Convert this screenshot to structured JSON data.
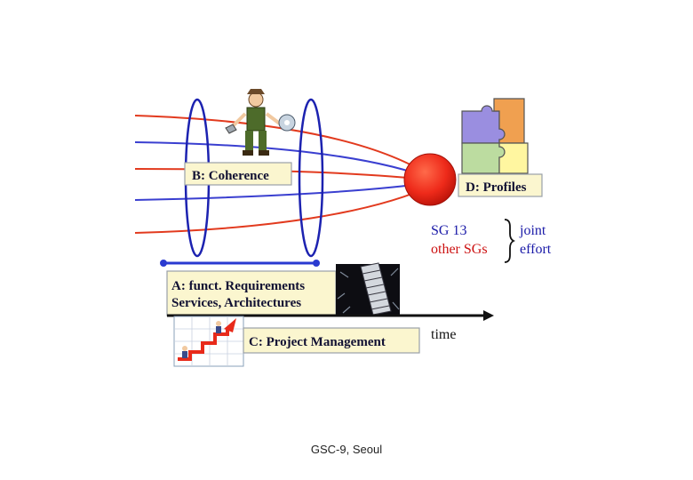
{
  "labels": {
    "coherence": "B: Coherence",
    "profiles": "D: Profiles",
    "sg13": "SG 13",
    "other_sgs": "other SGs",
    "joint": "joint",
    "effort": "effort",
    "req_line1": "A: funct. Requirements",
    "req_line2": "Services, Architectures",
    "project_mgmt": "C: Project Management",
    "time": "time"
  },
  "footer": "GSC-9, Seoul",
  "icons": {
    "worker": "mechanic-with-wrench-icon",
    "puzzle": "puzzle-pieces-icon",
    "tower": "leaning-tower-icon",
    "staircase": "climbing-arrow-icon"
  },
  "colors": {
    "red_line": "#e23a1e",
    "blue_line": "#3a3fd0",
    "focus_ball": "#ee2a1a",
    "box_fill": "#fbf6cf",
    "box_border": "#9aa0a8",
    "blue_text": "#1a1aa8",
    "red_text": "#cc1111"
  }
}
